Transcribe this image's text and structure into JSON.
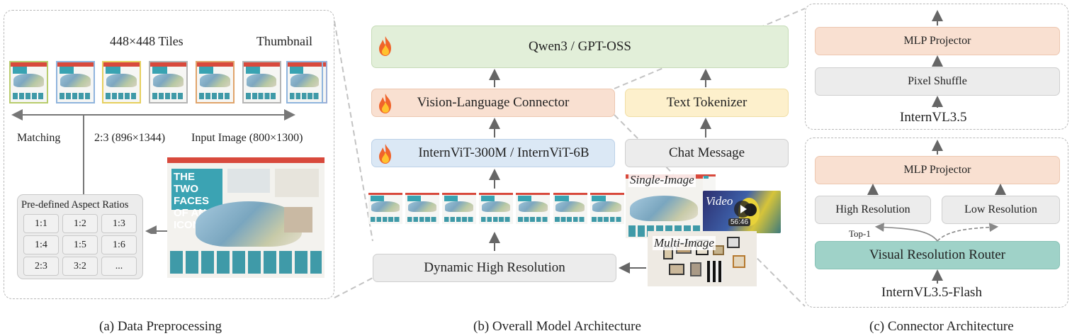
{
  "panel_a": {
    "tiles_label": "448×448 Tiles",
    "thumbnail_label": "Thumbnail",
    "matching_label": "Matching",
    "ratio_selected": "2:3 (896×1344)",
    "input_image_label": "Input Image (800×1300)",
    "aspect_box_title": "Pre-defined Aspect Ratios",
    "ratios": [
      "1:1",
      "1:2",
      "1:3",
      "1:4",
      "1:5",
      "1:6",
      "2:3",
      "3:2",
      "..."
    ],
    "page_headline": "THE TWO FACES OF AN ICON",
    "tile_border_colors": [
      "#b8cc6c",
      "#8fb4dd",
      "#e6cf5d",
      "#b4b4b4",
      "#e0a46b",
      "#b4b4b4",
      "#9bb0d8"
    ],
    "caption": "(a) Data Preprocessing"
  },
  "panel_b": {
    "llm_label": "Qwen3 / GPT-OSS",
    "connector_label": "Vision-Language Connector",
    "tokenizer_label": "Text Tokenizer",
    "vit_label": "InternViT-300M / InternViT-6B",
    "chat_label": "Chat Message",
    "dhr_label": "Dynamic High Resolution",
    "single_image_label": "Single-Image",
    "video_label": "Video",
    "video_duration": "56:46",
    "multi_image_label": "Multi-Image",
    "flame_icon": "flame-icon",
    "caption": "(b) Overall Model Architecture"
  },
  "panel_c": {
    "top": {
      "mlp_label": "MLP Projector",
      "pixel_shuffle_label": "Pixel Shuffle",
      "model_label": "InternVL3.5"
    },
    "bottom": {
      "mlp_label": "MLP Projector",
      "high_res_label": "High Resolution",
      "low_res_label": "Low Resolution",
      "top1_label": "Top-1",
      "router_label": "Visual Resolution Router",
      "model_label": "InternVL3.5-Flash"
    },
    "caption": "(c) Connector Architecture"
  },
  "colors": {
    "llm": "#e2efd9",
    "connector": "#f9e0d1",
    "tokenizer": "#fdf0cc",
    "vit": "#dbe8f5",
    "neutral": "#ececec",
    "router": "#9fd2c8"
  }
}
